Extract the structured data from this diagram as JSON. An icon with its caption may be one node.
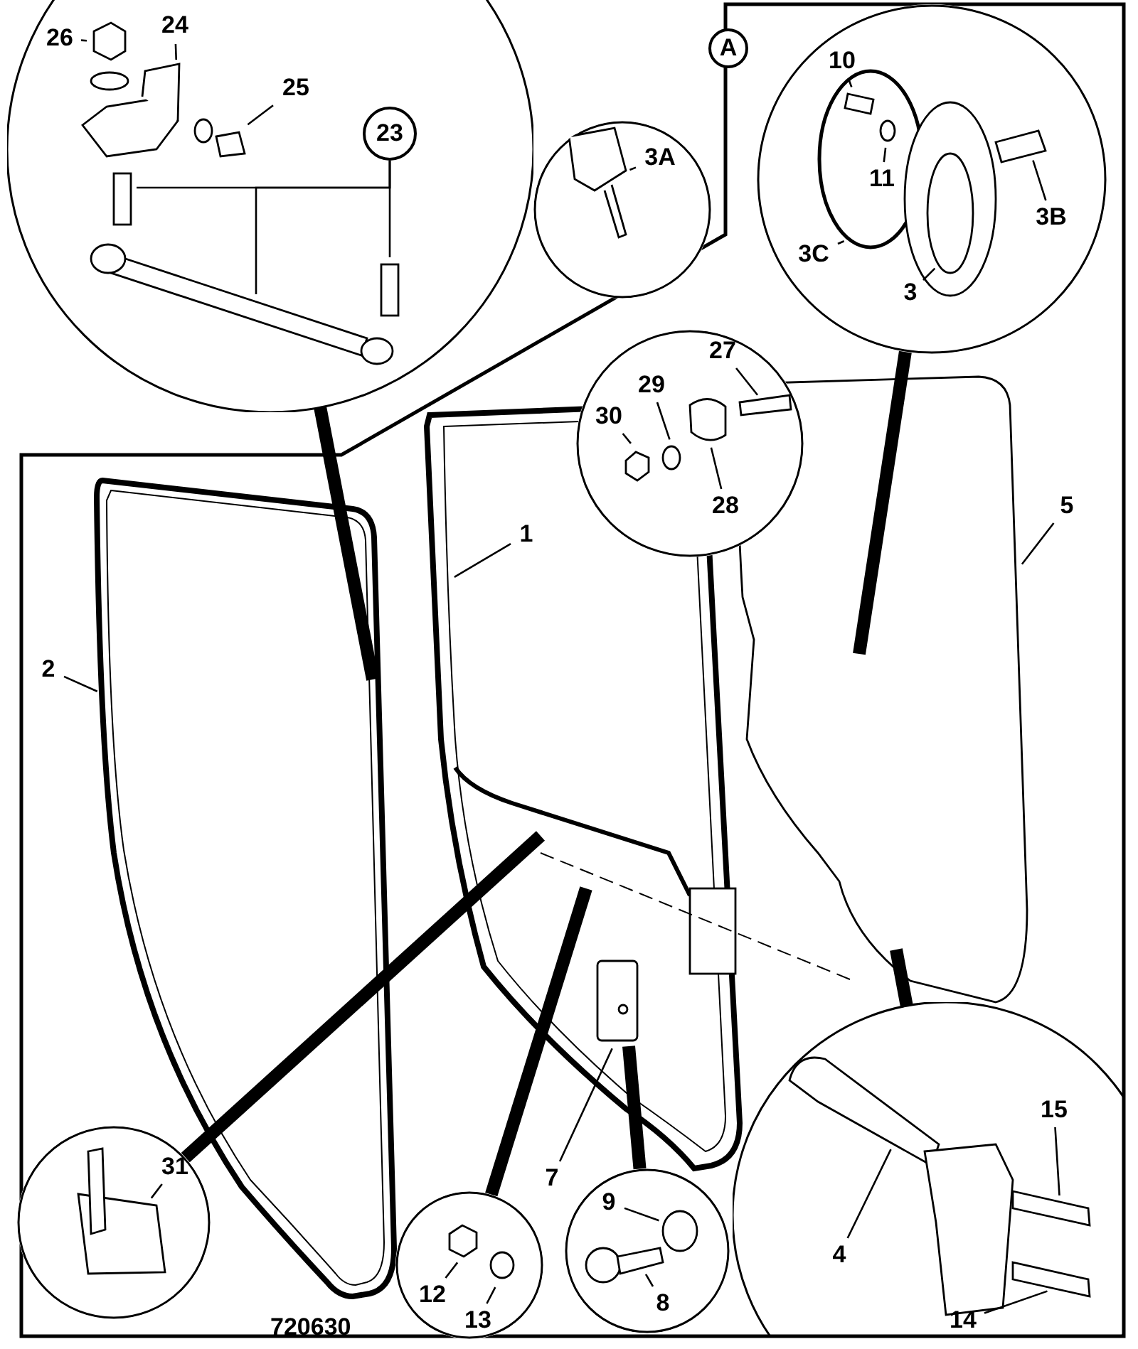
{
  "diagram": {
    "nodes": [
      {
        "text": [],
        "shape": "circle"
      },
      {
        "text": [
          "26"
        ],
        "in": 0
      },
      {
        "text": [
          "24"
        ],
        "in": 0
      },
      {
        "text": [
          "25"
        ],
        "in": 0
      },
      {
        "text": [
          "23"
        ],
        "in": 0
      },
      {
        "text": [
          "A"
        ]
      },
      {
        "text": [],
        "shape": "circle"
      },
      {
        "text": [
          "3A"
        ],
        "in": 6
      },
      {
        "text": [],
        "shape": "circle"
      },
      {
        "text": [
          "10"
        ],
        "in": 8
      },
      {
        "text": [
          "11"
        ],
        "in": 8
      },
      {
        "text": [
          "3B"
        ],
        "in": 8
      },
      {
        "text": [
          "3C"
        ],
        "in": 8
      },
      {
        "text": [
          "3"
        ],
        "in": 8
      },
      {
        "text": [],
        "shape": "circle"
      },
      {
        "text": [
          "27"
        ],
        "in": 14
      },
      {
        "text": [
          "29"
        ],
        "in": 14
      },
      {
        "text": [
          "30"
        ],
        "in": 14
      },
      {
        "text": [
          "28"
        ],
        "in": 14
      },
      {
        "text": [
          "1"
        ]
      },
      {
        "text": [
          "5"
        ]
      },
      {
        "text": [
          "2"
        ]
      },
      {
        "text": [],
        "shape": "circle"
      },
      {
        "text": [
          "31"
        ],
        "in": 22
      },
      {
        "text": [
          "7"
        ]
      },
      {
        "text": [],
        "shape": "circle"
      },
      {
        "text": [
          "12"
        ],
        "in": 25
      },
      {
        "text": [
          "13"
        ],
        "in": 25
      },
      {
        "text": [],
        "shape": "circle"
      },
      {
        "text": [
          "9"
        ],
        "in": 28
      },
      {
        "text": [
          "8"
        ],
        "in": 28
      },
      {
        "text": [],
        "shape": "circle"
      },
      {
        "text": [
          "15"
        ],
        "in": 31
      },
      {
        "text": [
          "4"
        ],
        "in": 31
      },
      {
        "text": [
          "14"
        ],
        "in": 31
      }
    ],
    "edges": [
      {
        "from": 1,
        "to": null,
        "arrow": "none"
      },
      {
        "from": 2,
        "to": null,
        "arrow": "none"
      },
      {
        "from": 3,
        "to": null,
        "arrow": "none"
      },
      {
        "from": 4,
        "to": null,
        "arrow": "none"
      },
      {
        "from": 4,
        "to": null,
        "arrow": "none"
      },
      {
        "from": 4,
        "to": null,
        "arrow": "none"
      },
      {
        "from": 7,
        "to": null,
        "arrow": "none"
      },
      {
        "from": 9,
        "to": null,
        "arrow": "none"
      },
      {
        "from": 10,
        "to": null,
        "arrow": "none"
      },
      {
        "from": 11,
        "to": null,
        "arrow": "none"
      },
      {
        "from": 12,
        "to": null,
        "arrow": "none"
      },
      {
        "from": 13,
        "to": null,
        "arrow": "none"
      },
      {
        "from": 15,
        "to": null,
        "arrow": "none"
      },
      {
        "from": 16,
        "to": null,
        "arrow": "none"
      },
      {
        "from": 17,
        "to": null,
        "arrow": "none"
      },
      {
        "from": 18,
        "to": null,
        "arrow": "none"
      },
      {
        "from": 19,
        "to": null,
        "arrow": "none"
      },
      {
        "from": 20,
        "to": null,
        "arrow": "none"
      },
      {
        "from": 21,
        "to": null,
        "arrow": "none"
      },
      {
        "from": 23,
        "to": null,
        "arrow": "none"
      },
      {
        "from": 24,
        "to": null,
        "arrow": "none"
      },
      {
        "from": 26,
        "to": null,
        "arrow": "none"
      },
      {
        "from": 27,
        "to": null,
        "arrow": "none"
      },
      {
        "from": 29,
        "to": null,
        "arrow": "none"
      },
      {
        "from": 30,
        "to": null,
        "arrow": "none"
      },
      {
        "from": 32,
        "to": null,
        "arrow": "none"
      },
      {
        "from": 33,
        "to": null,
        "arrow": "none"
      },
      {
        "from": 34,
        "to": null,
        "arrow": "none"
      },
      {
        "from": 0,
        "to": null,
        "arrow": "none",
        "style": "thick"
      },
      {
        "from": 8,
        "to": null,
        "arrow": "none",
        "style": "thick"
      },
      {
        "from": 31,
        "to": null,
        "arrow": "none",
        "style": "thick"
      },
      {
        "from": 22,
        "to": null,
        "arrow": "none",
        "style": "thick"
      },
      {
        "from": 25,
        "to": null,
        "arrow": "none",
        "style": "thick"
      },
      {
        "from": 28,
        "to": null,
        "arrow": "none",
        "style": "thick"
      }
    ],
    "labels": [
      "720630"
    ]
  }
}
